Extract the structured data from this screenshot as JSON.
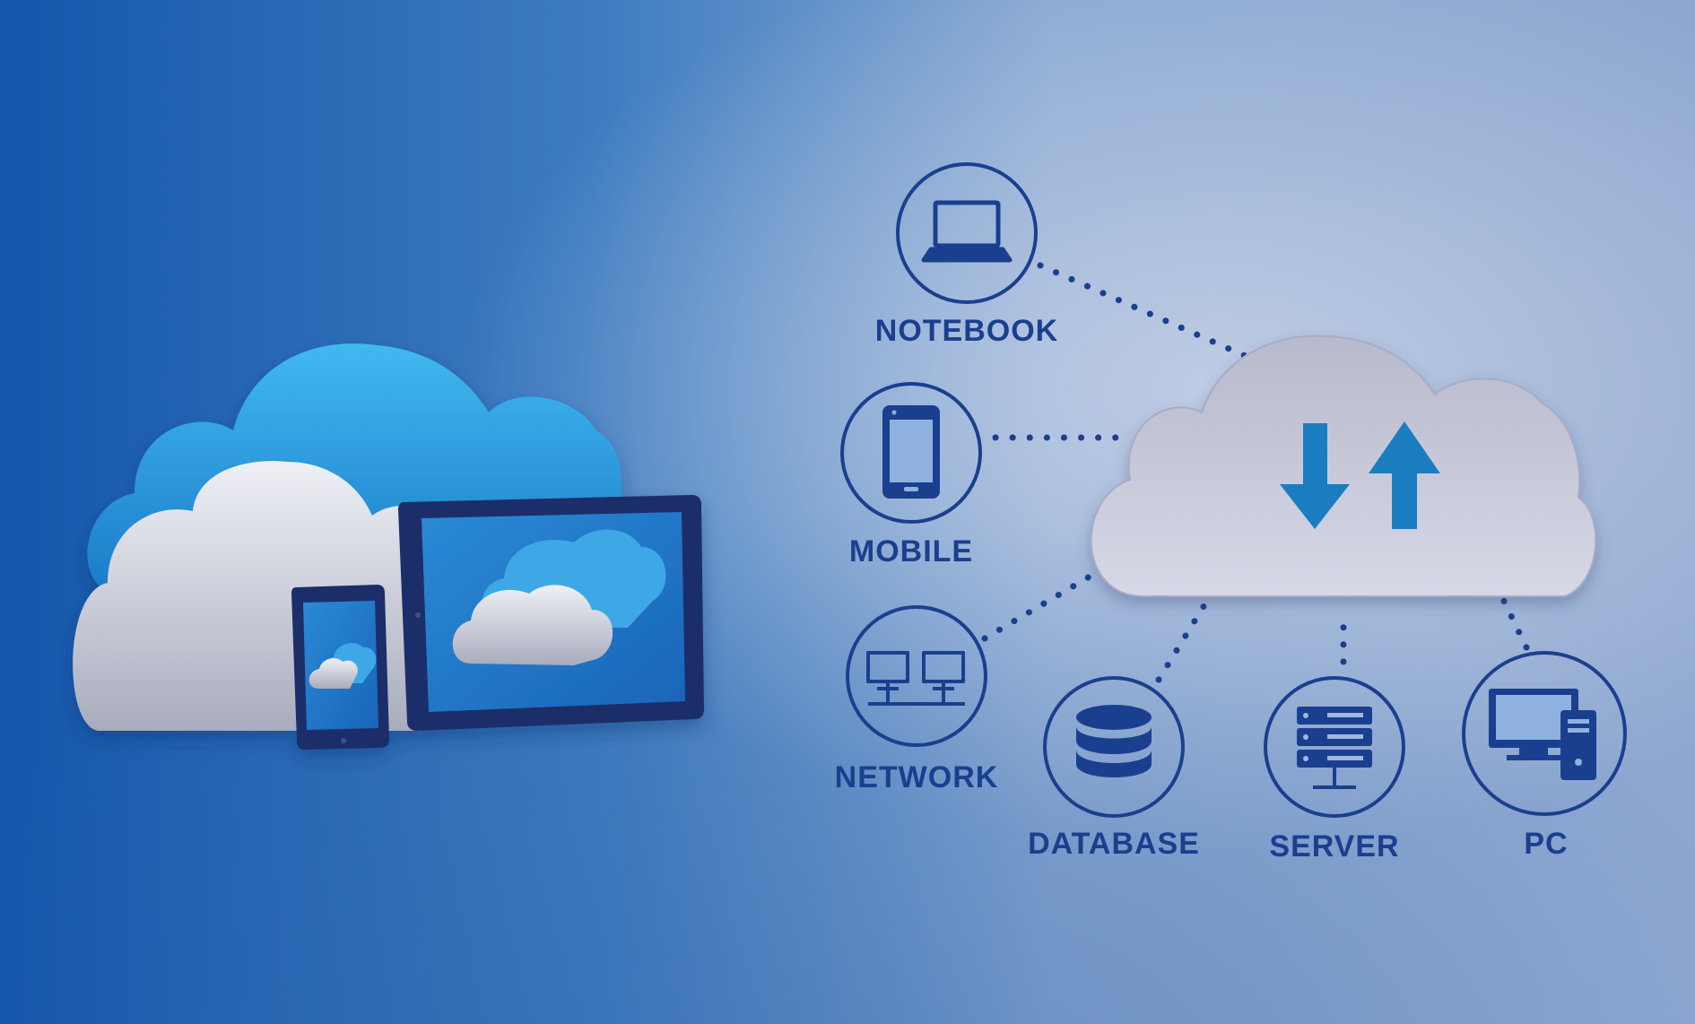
{
  "colors": {
    "bg_left": "#1558ad",
    "bg_mid": "#5d8fc4",
    "bg_right": "#b4c3de",
    "navy": "#1b3f8f",
    "cloud_blue": "#2d9ed9",
    "cloud_gray": "#c9cad6",
    "arrow_blue": "#1a7dbf"
  },
  "hub": {
    "icons": [
      "download-arrow-icon",
      "upload-arrow-icon"
    ]
  },
  "nodes": [
    {
      "id": "notebook",
      "label": "NOTEBOOK",
      "icon": "laptop-icon"
    },
    {
      "id": "mobile",
      "label": "MOBILE",
      "icon": "smartphone-icon"
    },
    {
      "id": "network",
      "label": "NETWORK",
      "icon": "network-icon"
    },
    {
      "id": "database",
      "label": "DATABASE",
      "icon": "database-icon"
    },
    {
      "id": "server",
      "label": "SERVER",
      "icon": "server-icon"
    },
    {
      "id": "pc",
      "label": "PC",
      "icon": "desktop-pc-icon"
    }
  ]
}
